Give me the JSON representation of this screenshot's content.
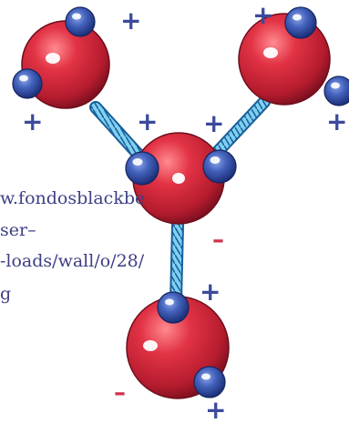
{
  "diagram": {
    "molecules": [
      {
        "id": "top-left",
        "hydrogen_count": 2
      },
      {
        "id": "top-right",
        "hydrogen_count": 2
      },
      {
        "id": "center",
        "hydrogen_count": 2
      },
      {
        "id": "bottom",
        "hydrogen_count": 2
      }
    ],
    "hydrogen_bonds": 3,
    "charge_labels": {
      "positive": "+",
      "negative": "–"
    },
    "colors": {
      "oxygen": "#d92b3e",
      "hydrogen": "#3f5fb8",
      "bond": "#2fa3d9",
      "positive_sign": "#3c4a9c",
      "negative_sign": "#d0334a"
    }
  },
  "watermark": {
    "lines": [
      "w.fondosblackbe",
      "ser–",
      "-loads/wall/o/28/",
      "g"
    ],
    "color": "#3d3f86"
  }
}
